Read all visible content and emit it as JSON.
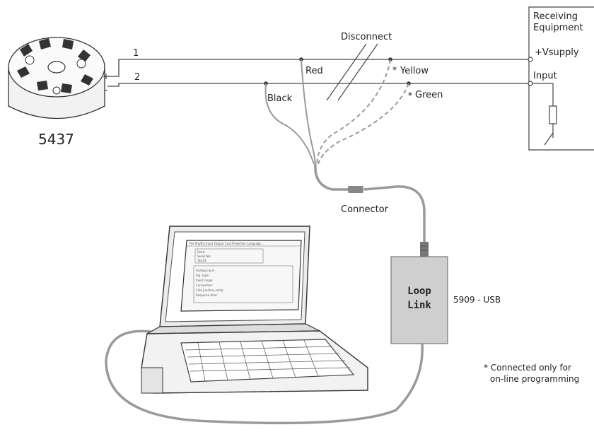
{
  "device": {
    "model": "5437",
    "terminal_plus": "+",
    "terminal_minus": "-"
  },
  "wires": {
    "line1": "1",
    "line2": "2",
    "disconnect": "Disconnect"
  },
  "leads": {
    "red": "Red",
    "black": "Black",
    "yellow": "Yellow",
    "green": "Green",
    "asterisk": "*"
  },
  "receiving": {
    "title_line1": "Receiving",
    "title_line2": "Equipment",
    "vsupply": "+Vsupply",
    "input": "Input"
  },
  "connector": {
    "label": "Connector"
  },
  "looplink": {
    "line1": "Loop",
    "line2": "Link",
    "model": "5909 - USB"
  },
  "footnote": {
    "line1": "* Connected only for",
    "line2": "on-line programming"
  },
  "screen": {
    "menu": "File Prg/Rcl Input Output Cust.Predictive Language ...",
    "rows": [
      "Dash:",
      "Serial No:",
      "Tag ID:"
    ],
    "rows2": [
      "Analog input:",
      "Sig. type:",
      "Input range:",
      "Connection:",
      "Cold junction comp:",
      "Response time:"
    ]
  },
  "colors": {
    "wire": "#444444",
    "lead": "#9a9a9a",
    "box": "#cfcfcf"
  }
}
